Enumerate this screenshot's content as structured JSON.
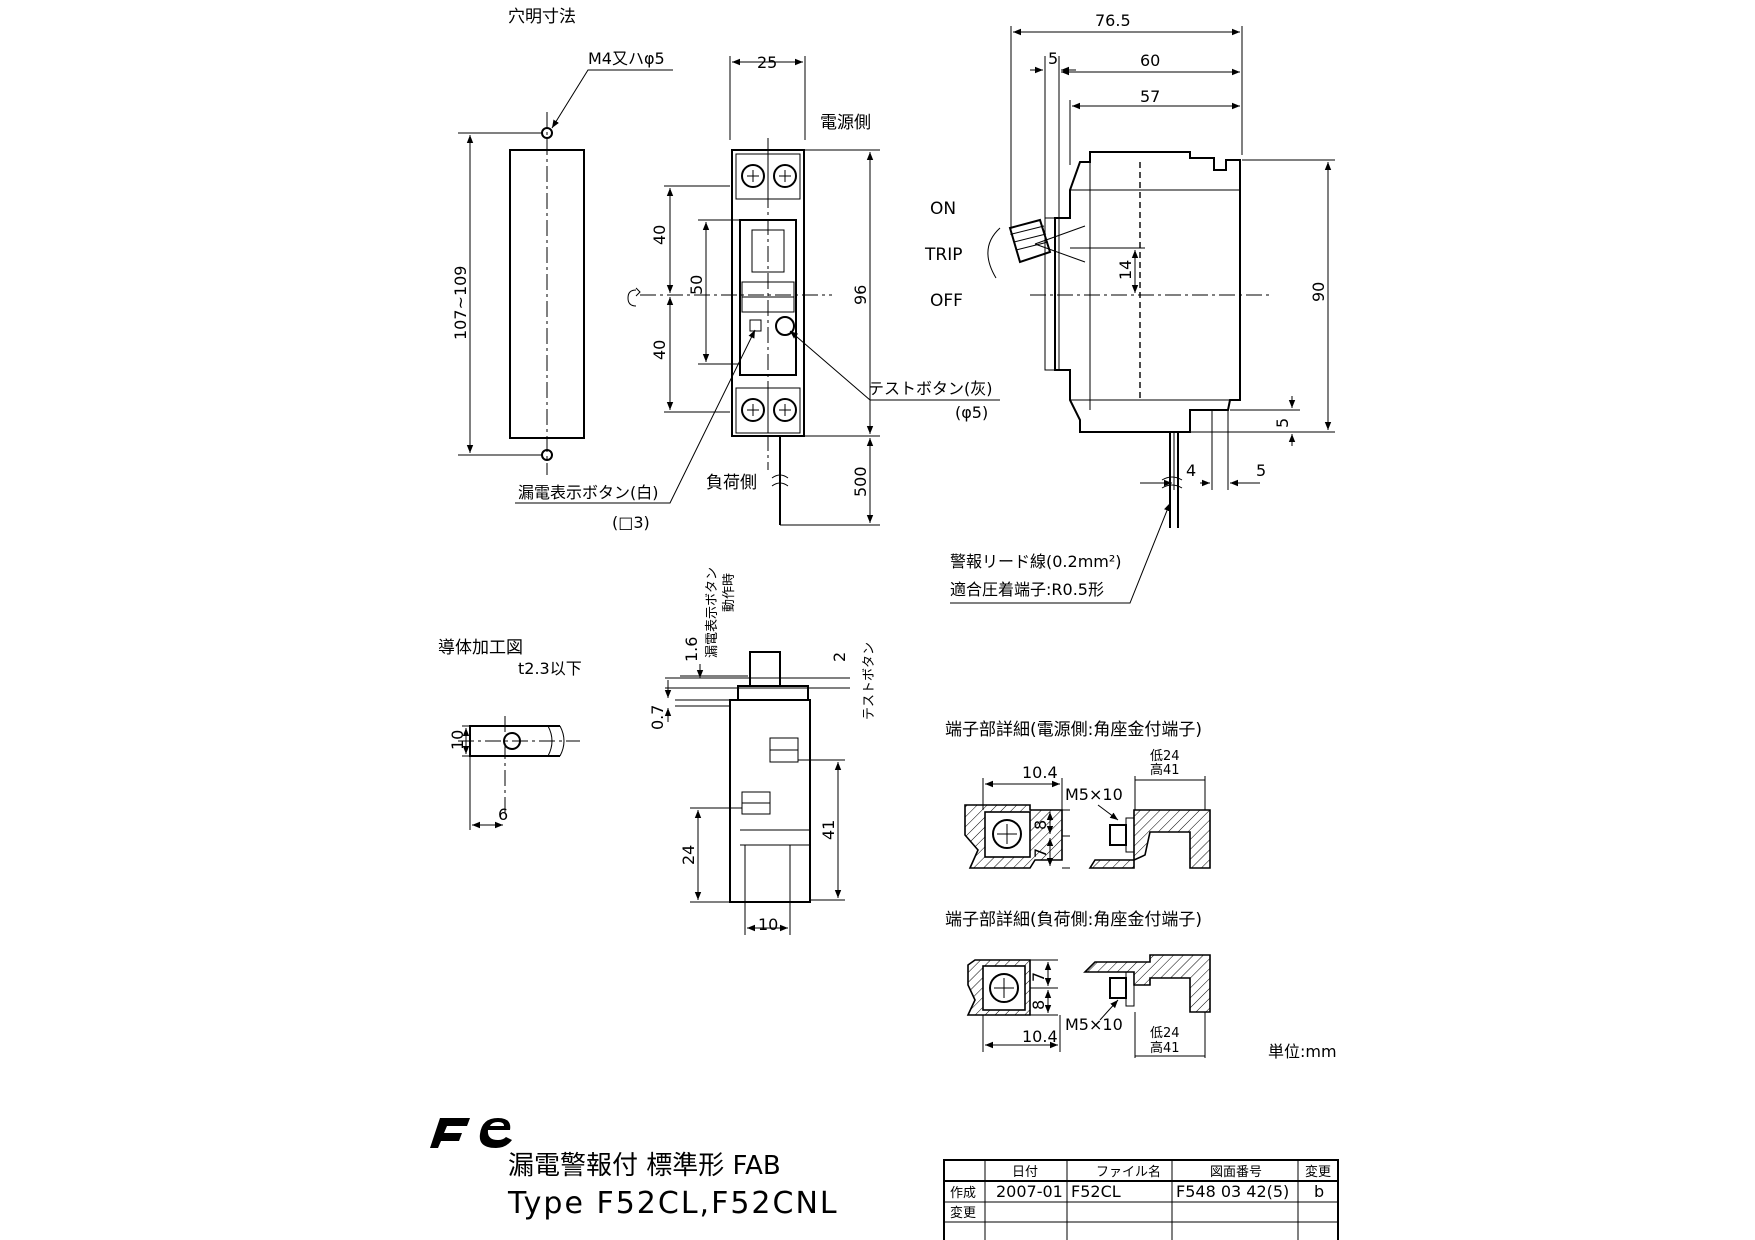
{
  "labels": {
    "hole_title": "穴明寸法",
    "hole_screw": "M4又ハφ5",
    "hole_height": "107~109",
    "front_width": "25",
    "front_supply": "電源側",
    "front_40a": "40",
    "front_50": "50",
    "front_40b": "40",
    "front_96": "96",
    "front_load": "負荷側",
    "front_500": "500",
    "test_button": "テストボタン(灰)",
    "test_button_dia": "(φ5)",
    "leak_button": "漏電表示ボタン(白)",
    "leak_button_size": "(□3)",
    "side_76_5": "76.5",
    "side_5": "5",
    "side_60": "60",
    "side_57": "57",
    "side_on": "ON",
    "side_trip": "TRIP",
    "side_off": "OFF",
    "side_14": "14",
    "side_90": "90",
    "side_5b": "5",
    "side_4": "4",
    "side_5c": "5",
    "alarm_lead": "警報リード線(0.2mm²)",
    "alarm_terminal": "適合圧着端子:R0.5形",
    "conductor_title": "導体加工図",
    "conductor_t": "t2.3以下",
    "conductor_10": "10",
    "conductor_6": "6",
    "bottom_leak": "漏電表示ボタン",
    "bottom_operate": "動作時",
    "bottom_1_6": "1.6",
    "bottom_2": "2",
    "bottom_test": "テストボタン",
    "bottom_0_7": "0.7",
    "bottom_41": "41",
    "bottom_24": "24",
    "bottom_10": "10",
    "term_supply_title": "端子部詳細(電源側:角座金付端子)",
    "term_load_title": "端子部詳細(負荷側:角座金付端子)",
    "term_10_4a": "10.4",
    "term_m5a": "M5×10",
    "term_low_a": "低24",
    "term_high_a": "高41",
    "term_8a": "8",
    "term_7a": "7",
    "term_10_4b": "10.4",
    "term_m5b": "M5×10",
    "term_low_b": "低24",
    "term_high_b": "高41",
    "term_7b": "7",
    "term_8b": "8",
    "unit": "単位:mm",
    "product_name": "漏電警報付 標準形 FAB",
    "product_type": "Type F52CL,F52CNL"
  },
  "title_block": {
    "headers": [
      "日付",
      "ファイル名",
      "図面番号",
      "変更"
    ],
    "rows": [
      {
        "label": "作成",
        "date": "2007-01",
        "file": "F52CL",
        "number": "F548 03 42(5)",
        "rev": "b"
      },
      {
        "label": "変更",
        "date": "",
        "file": "",
        "number": "",
        "rev": ""
      }
    ]
  }
}
